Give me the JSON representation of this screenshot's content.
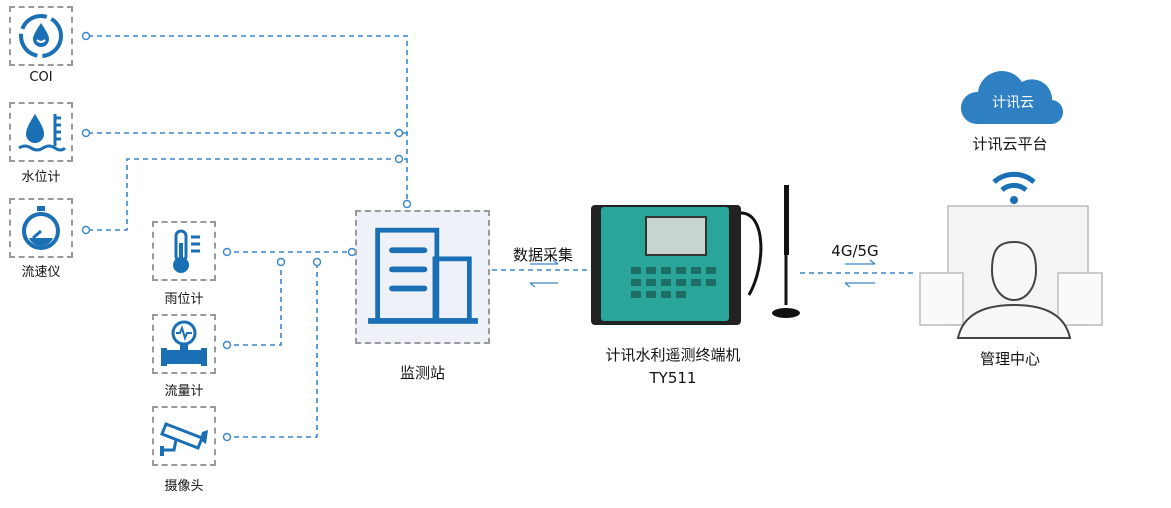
{
  "colors": {
    "accent": "#1a6fb5",
    "line": "#3a86c8",
    "box_border": "#9a9a9a",
    "device_panel": "#2aa59a",
    "cloud": "#2f7fc3"
  },
  "sensors": [
    {
      "id": "coi",
      "label": "COI",
      "icon": "water-drop-circle-icon"
    },
    {
      "id": "water-level",
      "label": "水位计",
      "icon": "water-level-icon"
    },
    {
      "id": "flow-speed",
      "label": "流速仪",
      "icon": "stopwatch-icon"
    }
  ],
  "sub_sensors": [
    {
      "id": "rain",
      "label": "雨位计",
      "icon": "thermometer-icon"
    },
    {
      "id": "flowmeter",
      "label": "流量计",
      "icon": "flowmeter-icon"
    },
    {
      "id": "camera",
      "label": "摄像头",
      "icon": "camera-icon"
    }
  ],
  "station": {
    "label": "监测站",
    "icon": "building-icon"
  },
  "link_left": {
    "label": "数据采集"
  },
  "device": {
    "name": "计讯水利遥测终端机",
    "model": "TY511"
  },
  "link_right": {
    "label": "4G/5G"
  },
  "cloud": {
    "text": "计讯云",
    "label": "计讯云平台"
  },
  "center": {
    "label": "管理中心",
    "icons": [
      "wifi-icon",
      "user-icon"
    ]
  }
}
